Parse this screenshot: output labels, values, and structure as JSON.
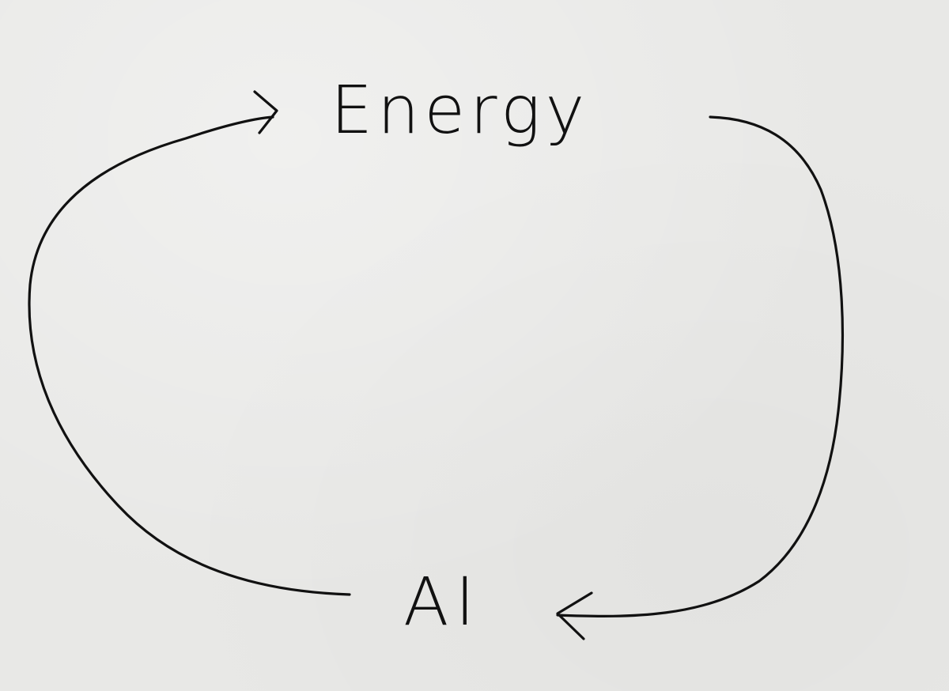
{
  "diagram": {
    "nodes": {
      "top": {
        "label": "Energy"
      },
      "bottom": {
        "label": "AI"
      }
    },
    "edges": [
      {
        "from": "top",
        "to": "bottom"
      },
      {
        "from": "bottom",
        "to": "top"
      }
    ]
  },
  "colors": {
    "paper": "#e8e8e6",
    "ink": "#111111"
  }
}
